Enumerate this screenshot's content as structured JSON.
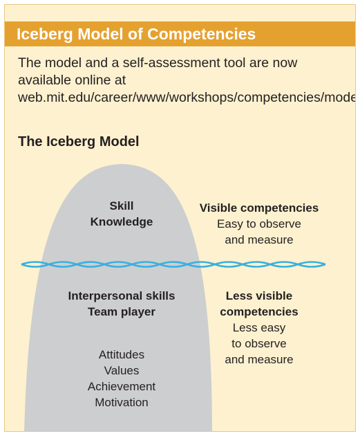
{
  "header": {
    "title": "Iceberg Model of Competencies"
  },
  "intro": {
    "text": "The model and a self-assessment tool are now available online at web.mit.edu/career/www/workshops/competencies/model.html."
  },
  "section": {
    "title": "The Iceberg Model"
  },
  "diagram": {
    "above_water": {
      "items": [
        "Skill",
        "Knowledge"
      ]
    },
    "visible_heading": "Visible competencies",
    "visible_desc": [
      "Easy to observe",
      "and measure"
    ],
    "below_water": {
      "bold_items": [
        "Interpersonal skills",
        "Team player"
      ],
      "items": [
        "Attitudes",
        "Values",
        "Achievement",
        "Motivation"
      ]
    },
    "less_visible_heading": [
      "Less visible",
      "competencies"
    ],
    "less_visible_desc": [
      "Less easy",
      "to observe",
      "and measure"
    ]
  },
  "colors": {
    "card_background": "#fdf1cf",
    "header_band": "#e5a12f",
    "header_text": "#ffffff",
    "iceberg": "#cdced0",
    "waterline": "#37b0e0"
  }
}
